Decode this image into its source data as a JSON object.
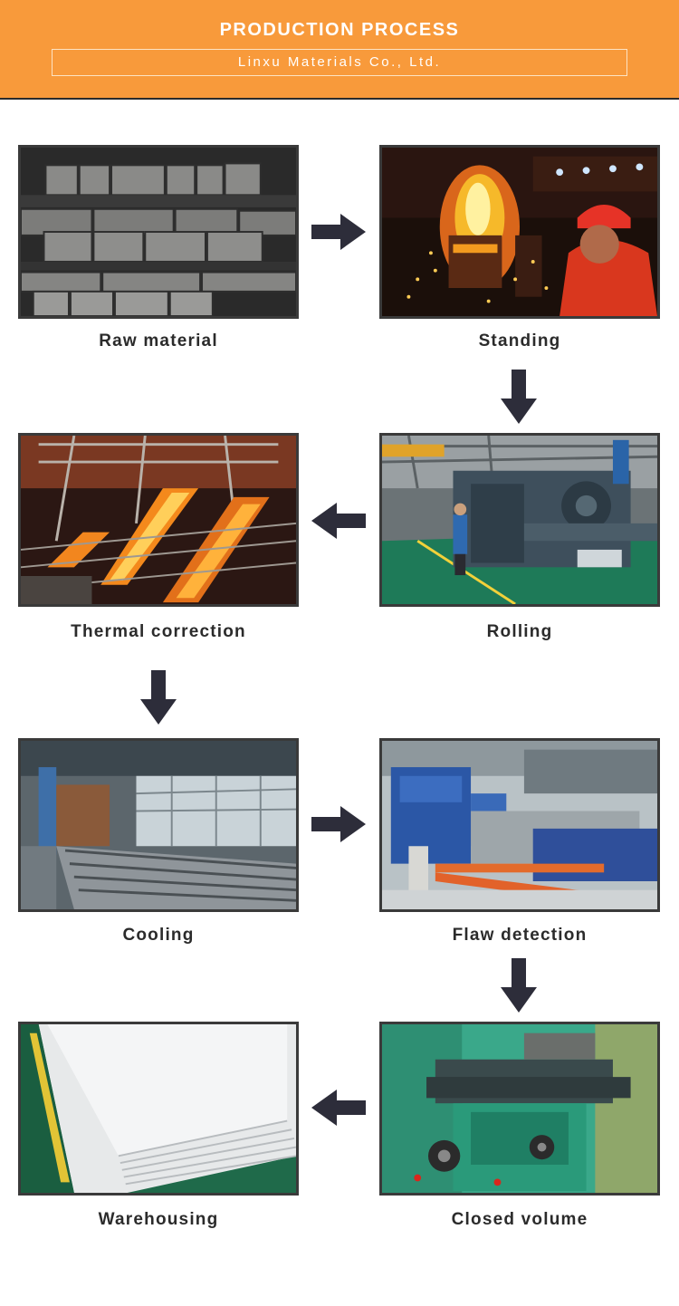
{
  "header": {
    "title": "PRODUCTION PROCESS",
    "subtitle": "Linxu Materials Co., Ltd."
  },
  "steps": [
    {
      "label": "Raw material",
      "image": "steel-billets-photo"
    },
    {
      "label": "Standing",
      "image": "molten-steel-pouring-photo"
    },
    {
      "label": "Rolling",
      "image": "rolling-mill-photo"
    },
    {
      "label": "Thermal correction",
      "image": "hot-slab-line-photo"
    },
    {
      "label": "Cooling",
      "image": "cooling-roller-bed-photo"
    },
    {
      "label": "Flaw detection",
      "image": "inspection-line-photo"
    },
    {
      "label": "Closed volume",
      "image": "milling-machine-photo"
    },
    {
      "label": "Warehousing",
      "image": "stacked-plates-photo"
    }
  ],
  "colors": {
    "header_bg": "#f89a3b",
    "arrow": "#2d2d3a",
    "caption": "#2b2b2b"
  }
}
